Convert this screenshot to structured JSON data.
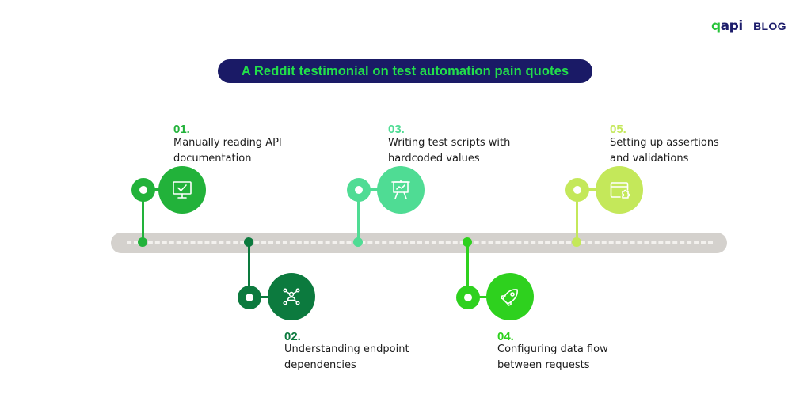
{
  "brand": {
    "logo_text_q": "q",
    "logo_text_rest": "api",
    "section_label": "BLOG"
  },
  "title": "A Reddit testimonial on test automation pain quotes",
  "colors": {
    "title_bg": "#1a1a66",
    "title_text": "#22e04a",
    "track": "#d4d1cd",
    "step1": "#22b23a",
    "step2": "#0c7a3e",
    "step3": "#4fdc94",
    "step4": "#2ed11e",
    "step5": "#c4e85a"
  },
  "steps": [
    {
      "number": "01.",
      "line1": "Manually reading API",
      "line2": "documentation",
      "icon": "monitor-check-icon",
      "position": "above"
    },
    {
      "number": "02.",
      "line1": "Understanding endpoint",
      "line2": "dependencies",
      "icon": "network-user-icon",
      "position": "below"
    },
    {
      "number": "03.",
      "line1": "Writing test scripts with",
      "line2": "hardcoded values",
      "icon": "presentation-chart-icon",
      "position": "above"
    },
    {
      "number": "04.",
      "line1": "Configuring data flow",
      "line2": "between requests",
      "icon": "rocket-icon",
      "position": "below"
    },
    {
      "number": "05.",
      "line1": "Setting up assertions",
      "line2": "and validations",
      "icon": "browser-puzzle-icon",
      "position": "above"
    }
  ]
}
